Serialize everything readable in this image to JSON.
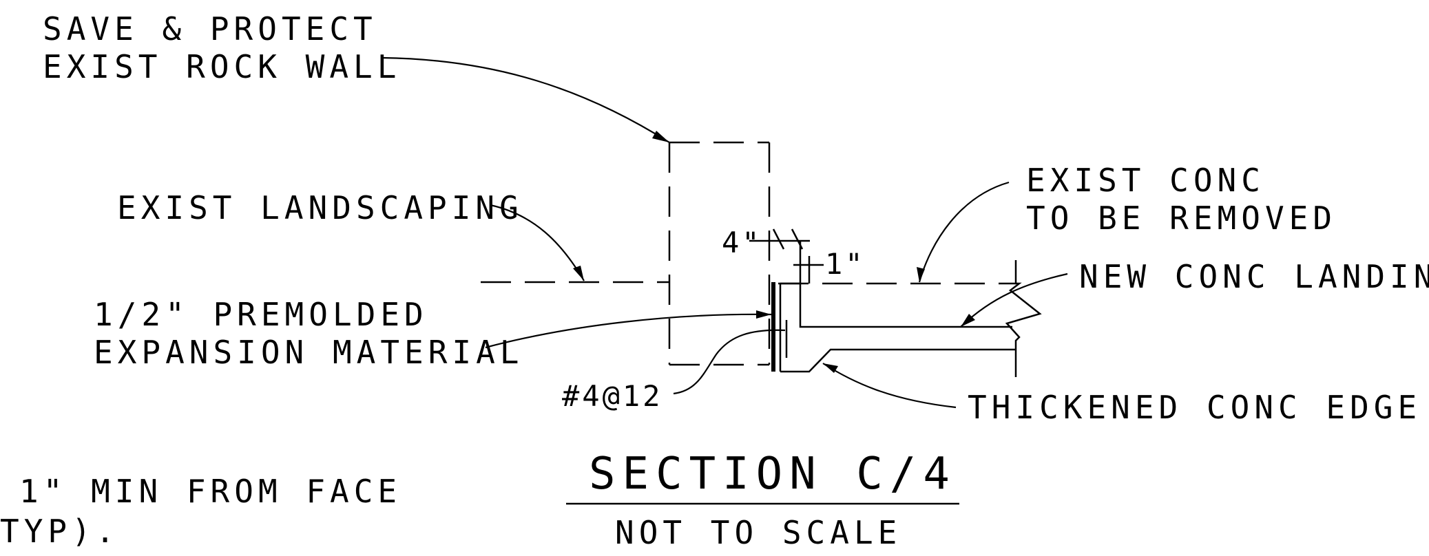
{
  "labels": {
    "rock_wall_line1": "SAVE & PROTECT",
    "rock_wall_line2": "EXIST ROCK WALL",
    "landscaping": "EXIST LANDSCAPING",
    "exist_conc_line1": "EXIST CONC",
    "exist_conc_line2": "TO BE REMOVED",
    "new_conc_landing": "NEW CONC LANDING",
    "expansion_line1": "1/2\" PREMOLDED",
    "expansion_line2": "EXPANSION MATERIAL",
    "rebar": "#4@12",
    "thickened_edge": "THICKENED CONC EDGE",
    "dim_4in": "4\"",
    "dim_1in": "1\"",
    "note_line1": "1\" MIN FROM FACE",
    "note_line2": "TYP)."
  },
  "title": {
    "section": "SECTION C/4",
    "scale": "NOT TO SCALE"
  }
}
